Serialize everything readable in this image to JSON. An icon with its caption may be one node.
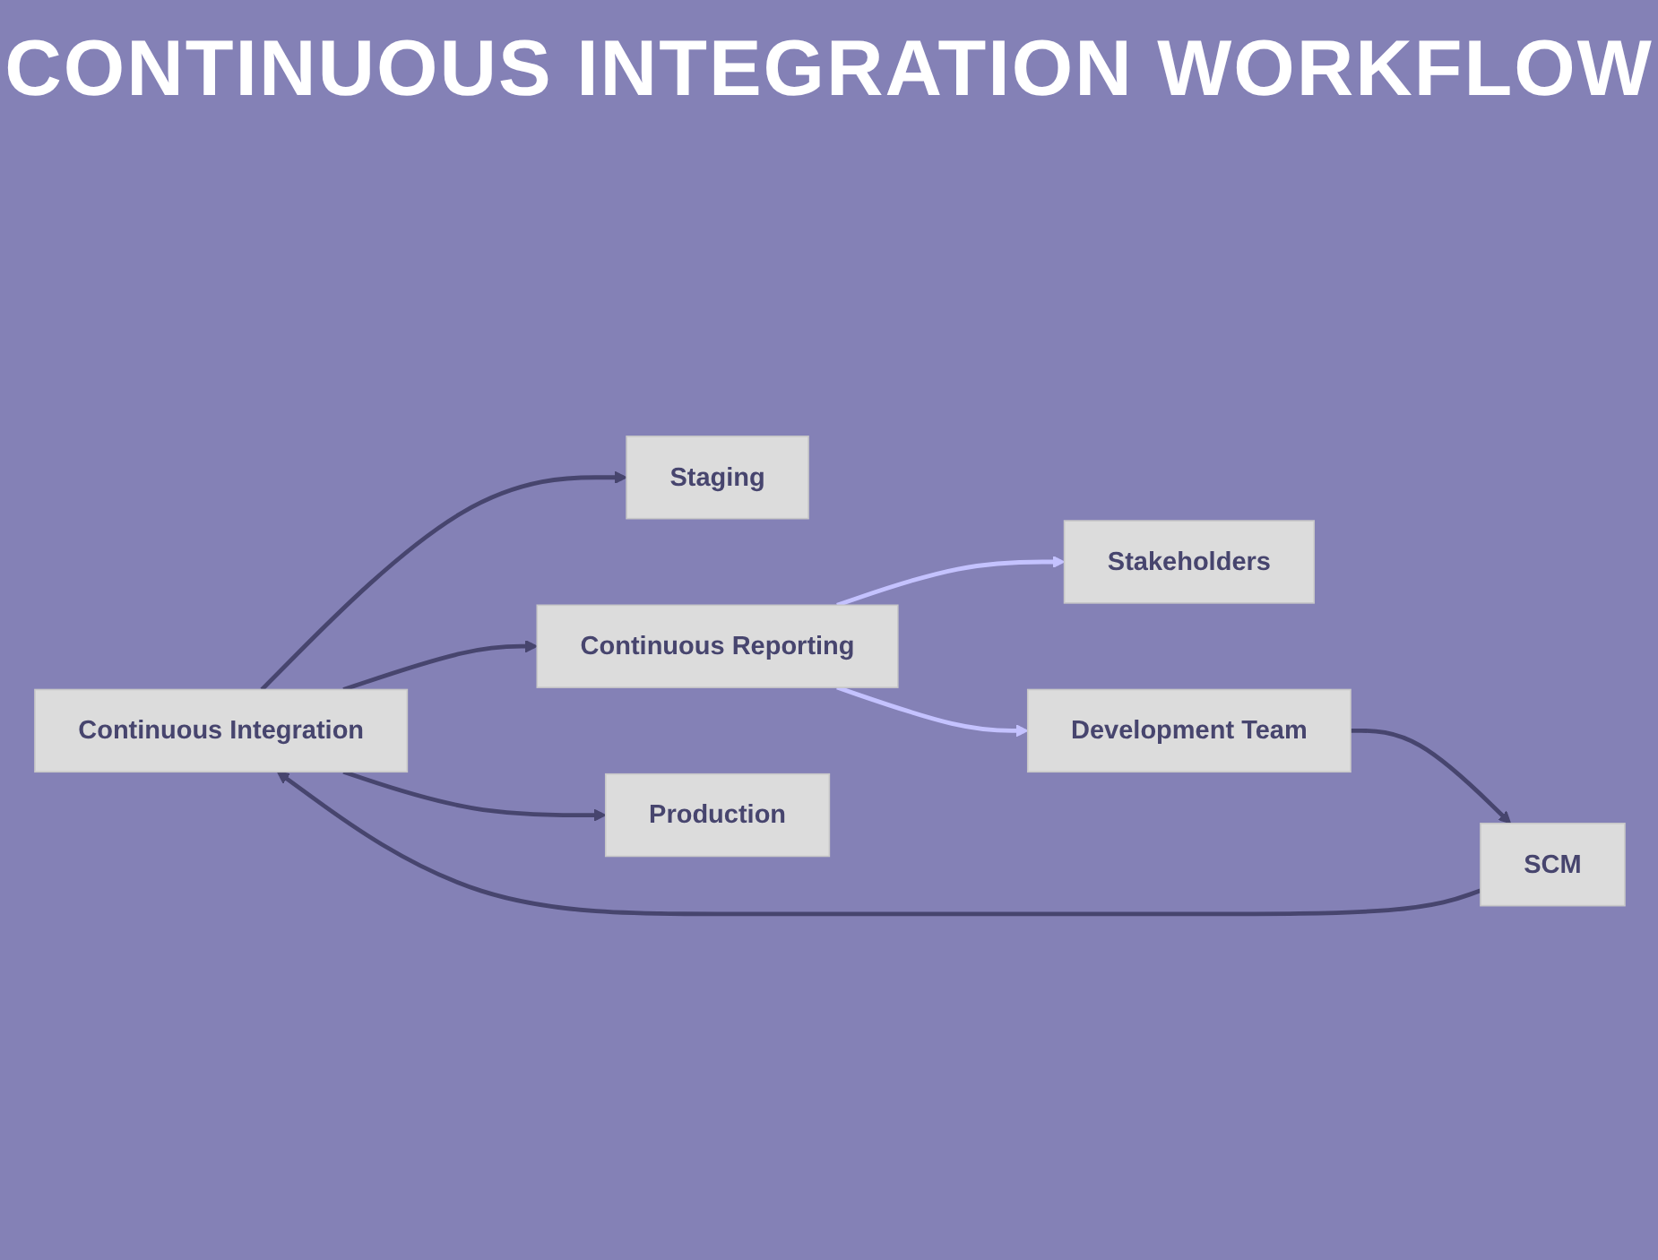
{
  "diagram": {
    "title": "CONTINUOUS INTEGRATION WORKFLOW",
    "nodes": [
      {
        "text": [
          "Stakeholders"
        ]
      },
      {
        "text": [
          "Continuous Integration"
        ]
      },
      {
        "text": [
          "Staging"
        ]
      },
      {
        "text": [
          "Continuous Reporting"
        ]
      },
      {
        "text": [
          "Development Team"
        ]
      },
      {
        "text": [
          "SCM"
        ]
      },
      {
        "text": [
          "Production"
        ]
      }
    ],
    "edges": [
      {
        "from": 4,
        "to": 5,
        "arrow": "to"
      },
      {
        "from": 5,
        "to": 1,
        "arrow": "to"
      },
      {
        "from": 1,
        "to": 2,
        "arrow": "to"
      },
      {
        "from": 1,
        "to": 6,
        "arrow": "to"
      },
      {
        "from": 1,
        "to": 3,
        "arrow": "to"
      },
      {
        "from": 3,
        "to": 0,
        "arrow": "to",
        "color": "#c4c2ff"
      },
      {
        "from": 3,
        "to": 4,
        "arrow": "to",
        "color": "#c4c2ff"
      }
    ]
  }
}
